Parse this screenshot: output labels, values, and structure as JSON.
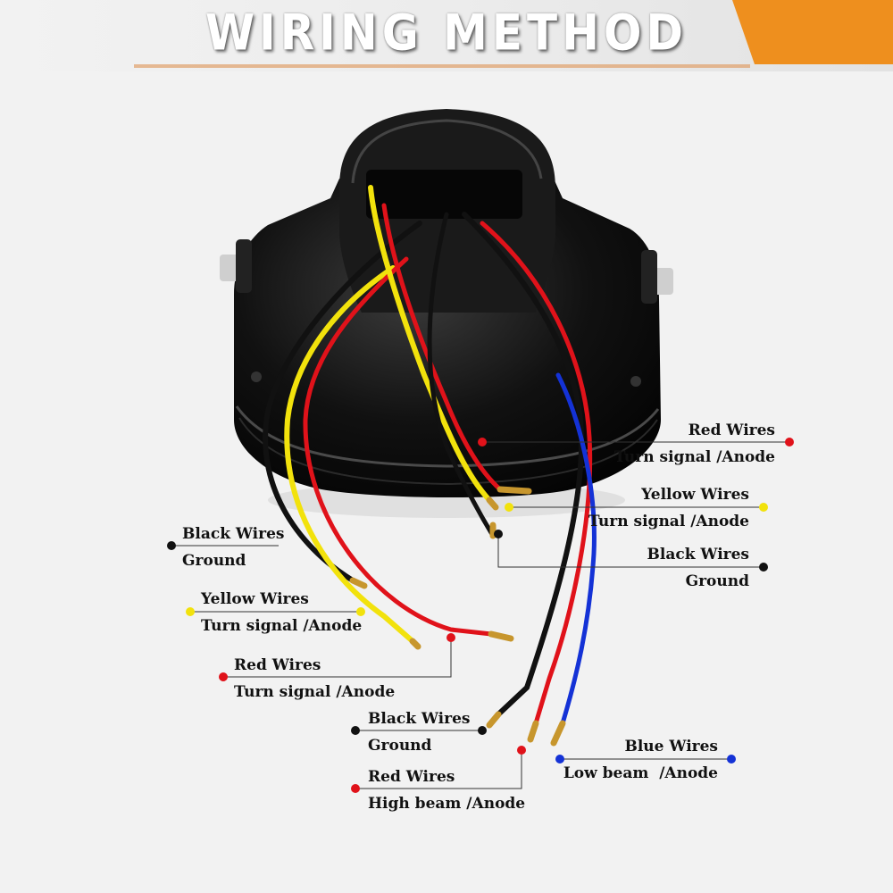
{
  "title": "WIRING METHOD",
  "colors": {
    "accent_orange": "#ee8f1e",
    "red": "#e0121a",
    "yellow": "#f2e20c",
    "black": "#111111",
    "blue": "#1432d6"
  },
  "labels": {
    "red_turn_right": {
      "name": "Red Wires",
      "func": "Turn signal /Anode"
    },
    "yellow_turn_right": {
      "name": "Yellow Wires",
      "func": "Turn signal /Anode"
    },
    "black_ground_right": {
      "name": "Black Wires",
      "func": "Ground"
    },
    "black_ground_left": {
      "name": "Black Wires",
      "func": "Ground"
    },
    "yellow_turn_left": {
      "name": "Yellow Wires",
      "func": "Turn signal /Anode"
    },
    "red_turn_left": {
      "name": "Red Wires",
      "func": "Turn signal /Anode"
    },
    "black_ground_bottom": {
      "name": "Black Wires",
      "func": "Ground"
    },
    "red_high_beam": {
      "name": "Red Wires",
      "func": "High beam /Anode"
    },
    "blue_low_beam": {
      "name": "Blue Wires",
      "func": "Low beam  /Anode"
    }
  }
}
